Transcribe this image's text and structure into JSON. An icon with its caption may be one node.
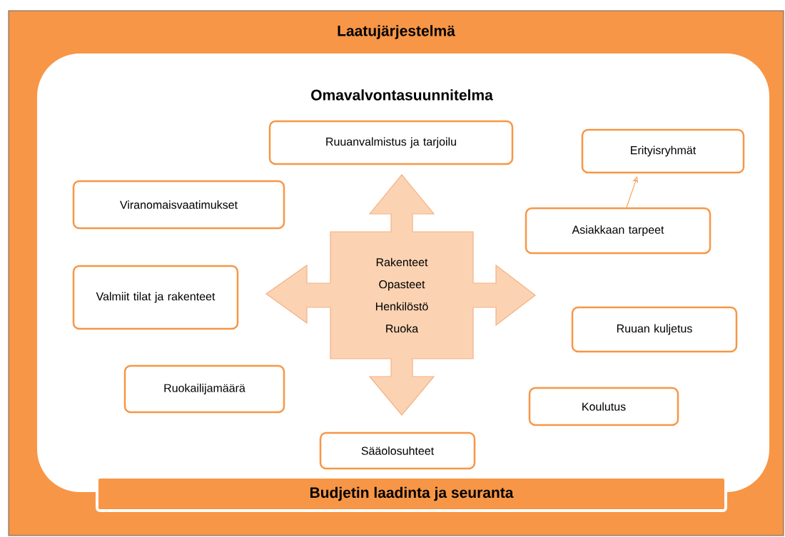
{
  "diagram": {
    "nodes": [
      {
        "text": [
          "Laatujärjestelmä"
        ]
      },
      {
        "text": [
          "Omavalvontasuunnitelma"
        ],
        "in": 0
      },
      {
        "text": [
          "Ruuanvalmistus  ja tarjoilu"
        ],
        "in": 1
      },
      {
        "text": [
          "Erityisryhmät"
        ],
        "in": 1
      },
      {
        "text": [
          "Viranomaisvaatimukset"
        ],
        "in": 1
      },
      {
        "text": [
          "Asiakkaan tarpeet"
        ],
        "in": 1
      },
      {
        "text": [
          "Rakenteet",
          "Opasteet",
          "Henkilöstö",
          "Ruoka"
        ],
        "in": 1
      },
      {
        "text": [
          "Valmiit tilat ja rakenteet"
        ],
        "in": 1
      },
      {
        "text": [
          "Ruuan  kuljetus"
        ],
        "in": 1
      },
      {
        "text": [
          "Ruokailijamäärä"
        ],
        "in": 1
      },
      {
        "text": [
          "Koulutus"
        ],
        "in": 1
      },
      {
        "text": [
          "Sääolosuhteet"
        ],
        "in": 1
      },
      {
        "text": [
          "Budjetin laadinta ja seuranta"
        ],
        "in": 0
      }
    ],
    "edges": [
      {
        "from": 5,
        "to": 3,
        "arrow": "to"
      }
    ]
  }
}
